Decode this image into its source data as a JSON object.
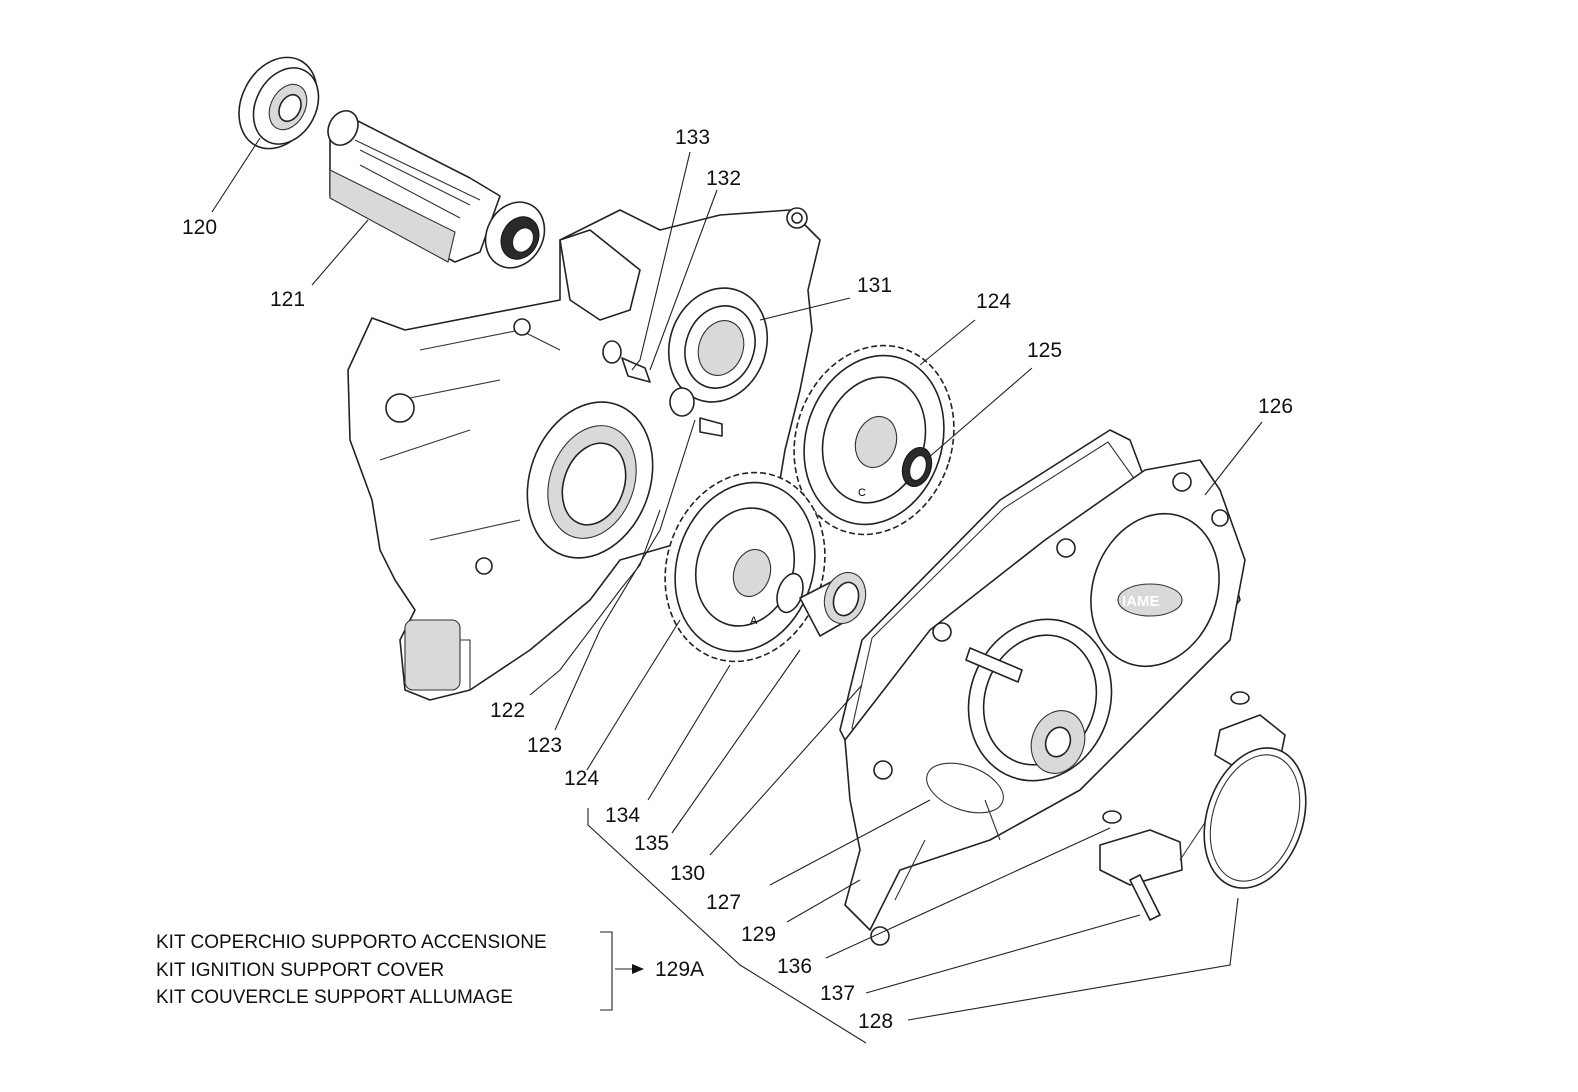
{
  "callouts": {
    "c120": "120",
    "c121": "121",
    "c122": "122",
    "c123": "123",
    "c124a": "124",
    "c124b": "124",
    "c125": "125",
    "c126": "126",
    "c127": "127",
    "c128": "128",
    "c129": "129",
    "c129a": "129A",
    "c130": "130",
    "c131": "131",
    "c132": "132",
    "c133": "133",
    "c134": "134",
    "c135": "135",
    "c136": "136",
    "c137": "137"
  },
  "gear_marks": {
    "gear_a": "A",
    "gear_c": "C"
  },
  "cover_logo": "IAME",
  "kit": {
    "line_it": "KIT COPERCHIO SUPPORTO ACCENSIONE",
    "line_en": "KIT IGNITION SUPPORT COVER",
    "line_fr": "KIT COUVERCLE SUPPORT ALLUMAGE"
  }
}
